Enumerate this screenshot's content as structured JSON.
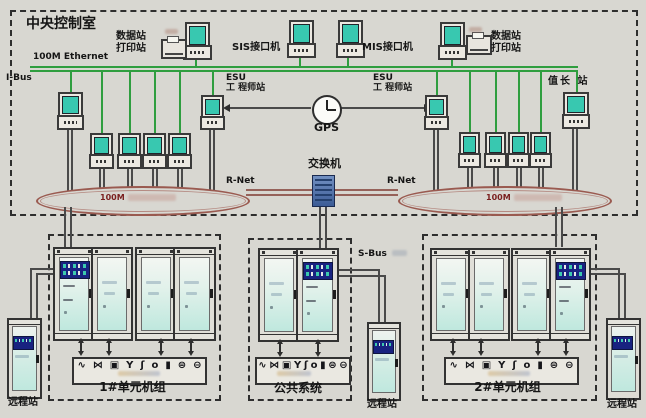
{
  "diagram": {
    "room_title": "中央控制室",
    "ethernet_label": "100M Ethernet",
    "ibus_label": "I-Bus",
    "data_print_station": [
      "数据站",
      "打印站"
    ],
    "sis_label": "SIS接口机",
    "mis_label": "MIS接口机",
    "esu_station": [
      "ESU",
      "工 程师站"
    ],
    "gps_label": "GPS",
    "duty_station_label": "值长 站",
    "switch_label": "交换机",
    "rnet_label": "R-Net",
    "ring_speed_label": "100M",
    "sbus_label": "S-Bus",
    "unit1_label": "1#单元机组",
    "common_label": "公共系统",
    "unit2_label": "2#单元机组",
    "remote_label": "远程站",
    "instrument_icons": [
      "∿",
      "⋈",
      "▣",
      "Y",
      "ʃ",
      "o",
      "▮",
      "⊜",
      "⊖"
    ]
  },
  "colors": {
    "background": "#d8d7d1",
    "ethernet_green": "#2f9e3f",
    "screen_teal": "#38c8b0",
    "ring_outline": "#9a5a50",
    "ring_text": "#7a1f1f",
    "panel_navy": "#182280",
    "switch_blue": "#4a6fa5",
    "wire_dark": "#4a4a4a"
  }
}
